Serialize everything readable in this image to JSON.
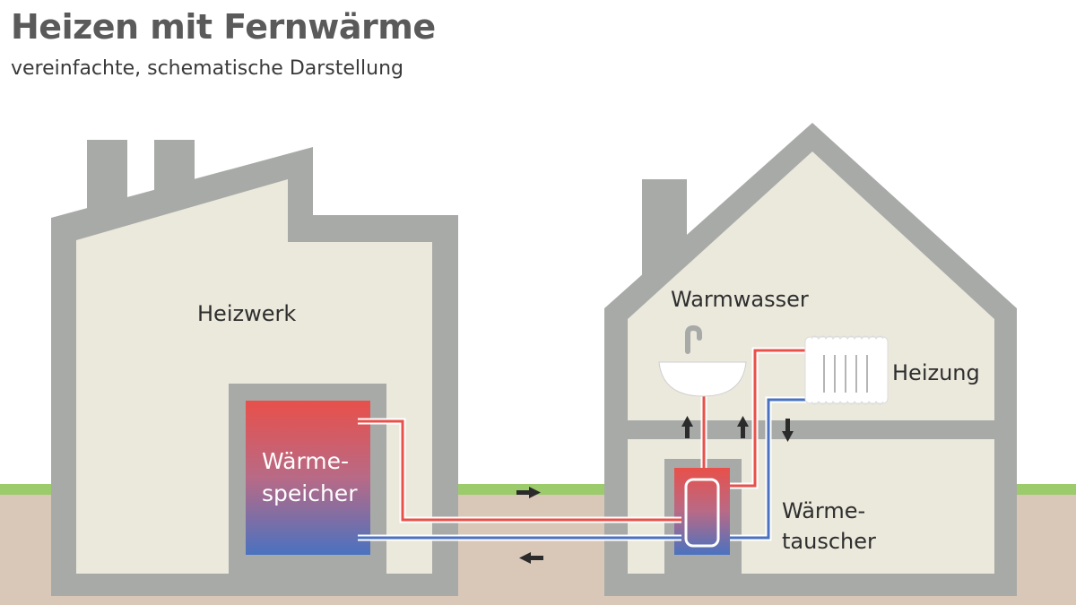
{
  "header": {
    "title": "Heizen mit Fernwärme",
    "subtitle": "vereinfachte, schematische Darstellung"
  },
  "plant": {
    "name": "Heizwerk",
    "storage_line1": "Wärme-",
    "storage_line2": "speicher"
  },
  "house": {
    "hot_water": "Warmwasser",
    "heating": "Heizung",
    "exchanger_line1": "Wärme-",
    "exchanger_line2": "tauscher"
  },
  "colors": {
    "hot": "#e8504a",
    "cold": "#4a72c0",
    "wall": "#a8aaa8",
    "interior": "#ebe8dc",
    "ground": "#d9c8b8",
    "grass": "#9ccb6c",
    "arrow": "#2b2b2b"
  }
}
